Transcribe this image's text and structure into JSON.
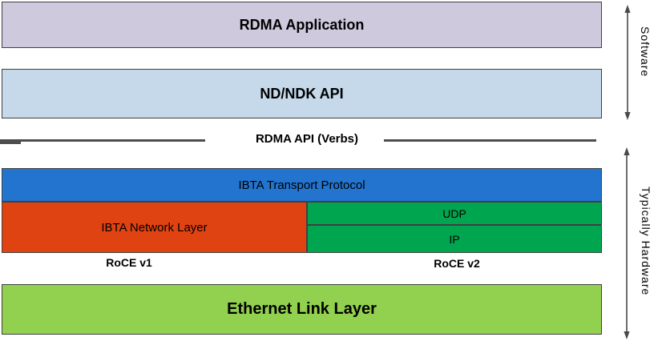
{
  "layers": {
    "rdma_app": "RDMA Application",
    "nd_ndk_api": "ND/NDK API",
    "rdma_api_verbs": "RDMA API (Verbs)",
    "ibta_transport": "IBTA Transport Protocol",
    "ibta_network": "IBTA Network Layer",
    "udp": "UDP",
    "ip": "IP",
    "roce_v1": "RoCE v1",
    "roce_v2": "RoCE v2",
    "ethernet": "Ethernet Link Layer"
  },
  "annotations": {
    "software": "Software",
    "typically_hardware": "Typically Hardware"
  },
  "colors": {
    "lavender": "#CFC9DE",
    "light_blue": "#C5D9EB",
    "blue": "#2374CE",
    "orange": "#E04312",
    "green": "#00A550",
    "lime": "#92D050",
    "rule_gray": "#4d4d4d",
    "arrow_gray": "#4a4a4a",
    "border": "#404040"
  }
}
